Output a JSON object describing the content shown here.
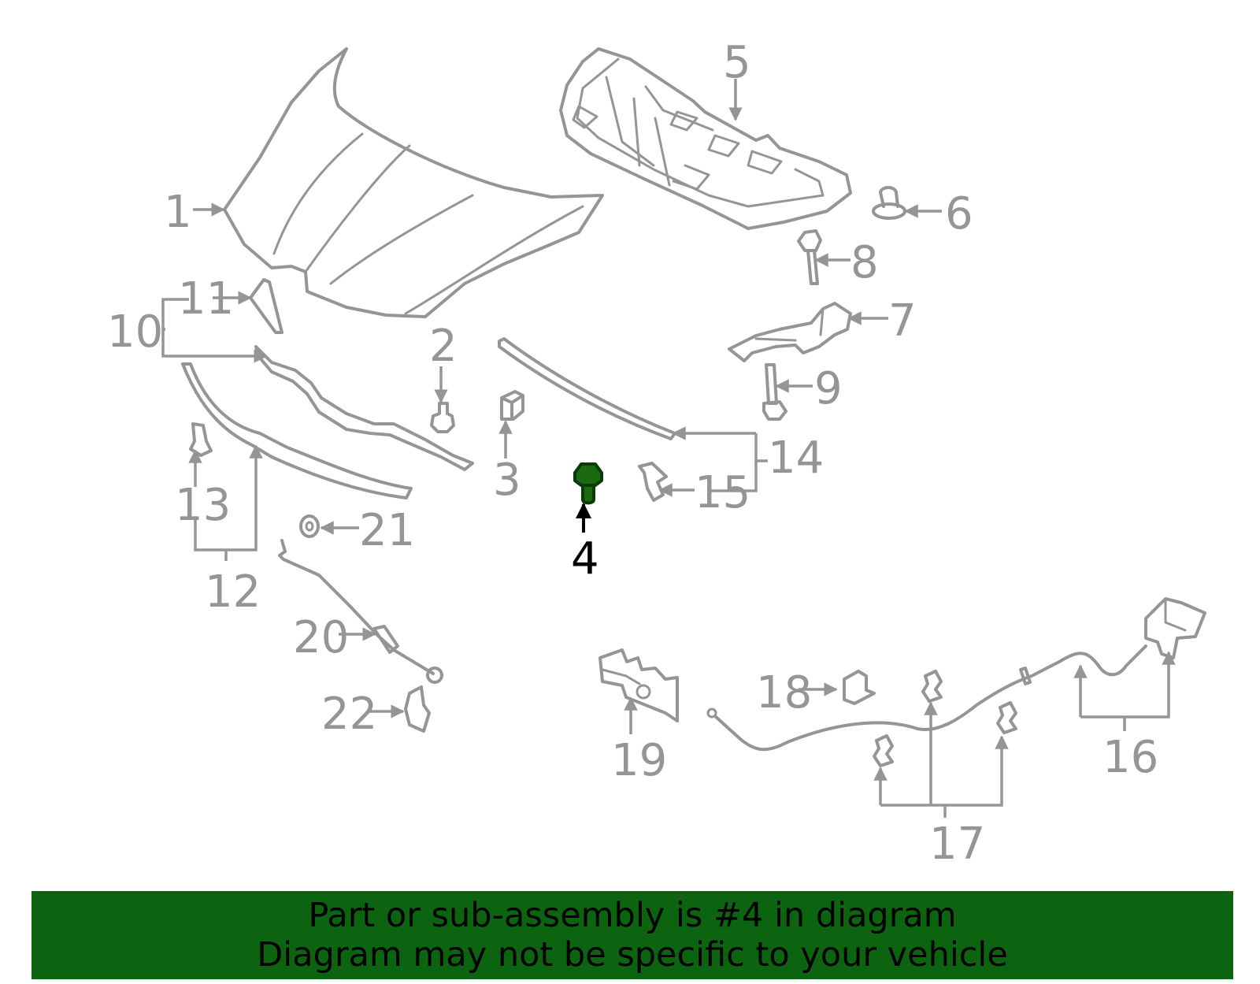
{
  "colors": {
    "line": "#959595",
    "highlight_fill": "#1a6b10",
    "highlight_stroke": "#0b3a07",
    "banner_bg": "#0d6410",
    "banner_text": "#000000"
  },
  "highlighted_part": "4",
  "callouts": [
    "1",
    "2",
    "3",
    "4",
    "5",
    "6",
    "7",
    "8",
    "9",
    "10",
    "11",
    "12",
    "13",
    "14",
    "15",
    "16",
    "17",
    "18",
    "19",
    "20",
    "21",
    "22"
  ],
  "banner": {
    "line1": "Part or sub-assembly is #4 in diagram",
    "line2": "Diagram may not be specific to your vehicle"
  }
}
